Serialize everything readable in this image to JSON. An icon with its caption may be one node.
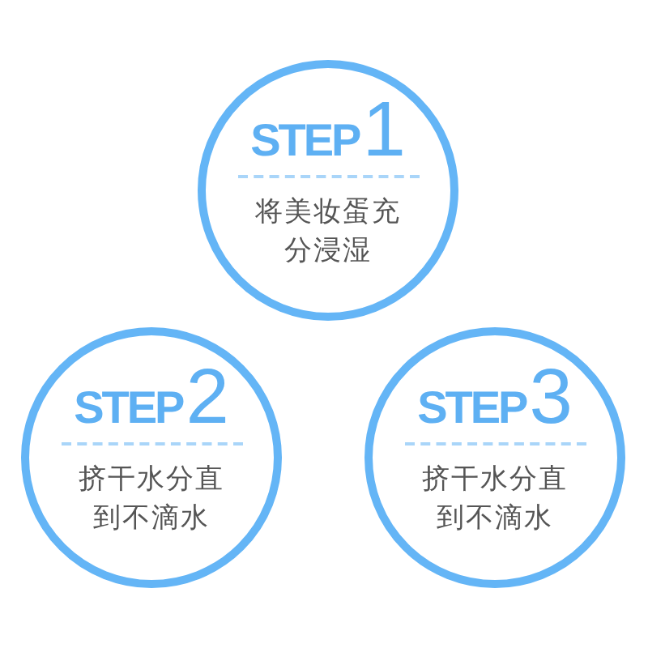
{
  "diagram": {
    "nodes": [
      {
        "text": [
          "**STEP**1",
          "将美妆蛋充分浸湿"
        ]
      },
      {
        "text": [
          "**STEP**2",
          "挤干水分直到不滴水"
        ]
      },
      {
        "text": [
          "**STEP**3",
          "挤干水分直到不滴水"
        ]
      }
    ]
  }
}
